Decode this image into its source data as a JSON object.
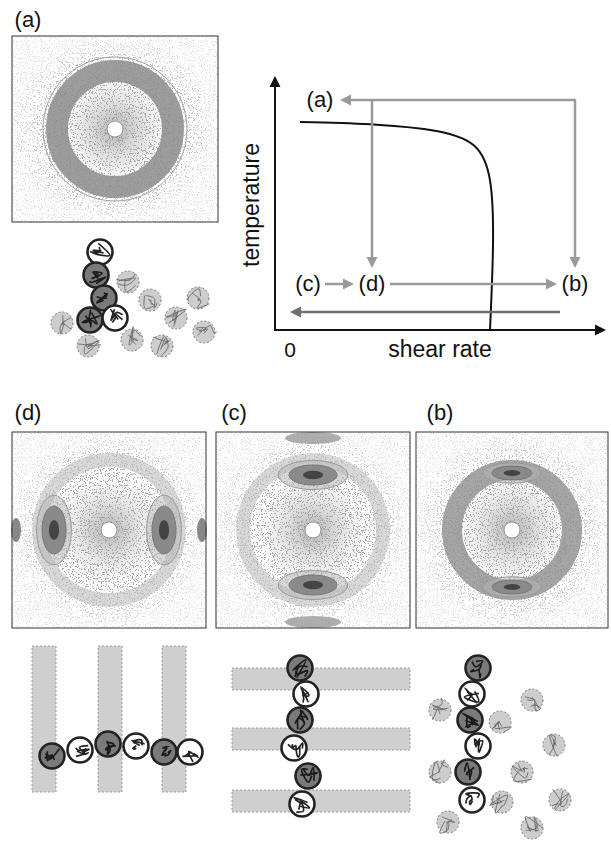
{
  "diagram": {
    "labels": [
      "(a)",
      "(a)",
      "temperature",
      "(c)",
      "(d)",
      "(b)",
      "0",
      "shear rate",
      "(d)",
      "(c)",
      "(b)"
    ]
  }
}
